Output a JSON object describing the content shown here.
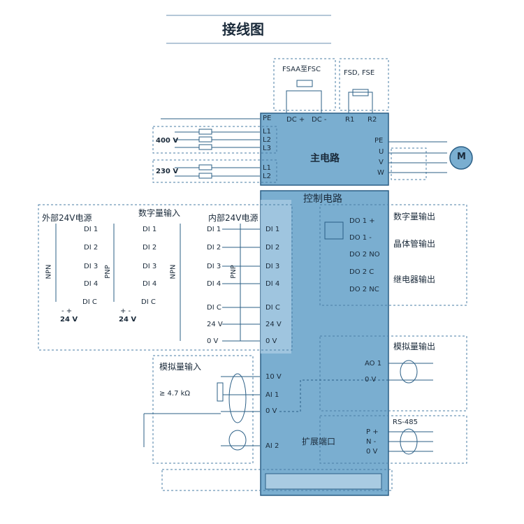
{
  "title": "接线图",
  "main_circuit": {
    "title": "主电路",
    "top_terminals": [
      "PE",
      "DC +",
      "DC -",
      "R1",
      "R2"
    ],
    "left_400": [
      "L1",
      "L2",
      "L3"
    ],
    "left_230": [
      "L1",
      "L2"
    ],
    "right_terminals": [
      "PE",
      "U",
      "V",
      "W"
    ],
    "v400": "400 V",
    "v230": "230 V",
    "fsaa": "FSAA至FSC",
    "fsd": "FSD, FSE",
    "motor": "M"
  },
  "control": {
    "title": "控制电路",
    "ext24": "外部24V电源",
    "digital_in": "数字量输入",
    "int24": "内部24V电源",
    "npn": "NPN",
    "pnp": "PNP",
    "di": [
      "DI 1",
      "DI 2",
      "DI 3",
      "DI 4"
    ],
    "dic": "DI C",
    "v24": "24 V",
    "polarity_npn": "-  +",
    "polarity_pnp": "+  -",
    "v0": "0 V",
    "inner_terms": [
      "DI 1",
      "DI 2",
      "DI 3",
      "DI 4",
      "DI C",
      "24 V",
      "0 V"
    ],
    "analog_in": "模拟量输入",
    "res": "≥ 4.7 kΩ",
    "ai_terms": [
      "10 V",
      "AI 1",
      "0 V",
      "AI 2"
    ],
    "do_terms": [
      "DO 1 +",
      "DO 1 -",
      "DO 2 NO",
      "DO 2 C",
      "DO 2 NC"
    ],
    "digital_out": "数字量输出",
    "transistor_out": "晶体管输出",
    "relay_out": "继电器输出",
    "analog_out": "模拟量输出",
    "ao_terms": [
      "AO 1",
      "0 V"
    ],
    "ext_port": "扩展端口",
    "rs485": "RS-485",
    "rs_terms": [
      "P +",
      "N -",
      "0 V"
    ]
  }
}
